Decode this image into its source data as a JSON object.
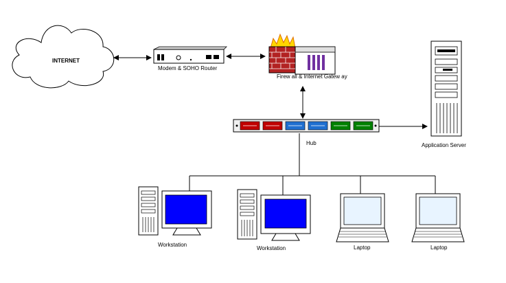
{
  "diagram": {
    "nodes": {
      "internet": {
        "label": "INTERNET",
        "icon": "cloud-icon"
      },
      "router": {
        "label": "Modem & SOHO Router",
        "icon": "router-icon"
      },
      "firewall": {
        "label": "Firew all & Internet Gatew ay",
        "icon": "firewall-icon"
      },
      "hub": {
        "label": "Hub",
        "icon": "hub-icon"
      },
      "server": {
        "label": "Application Server",
        "icon": "server-tower-icon"
      },
      "workstation1": {
        "label": "Workstation",
        "icon": "workstation-icon"
      },
      "workstation2": {
        "label": "Workstation",
        "icon": "workstation-icon"
      },
      "laptop1": {
        "label": "Laptop",
        "icon": "laptop-icon"
      },
      "laptop2": {
        "label": "Laptop",
        "icon": "laptop-icon"
      }
    },
    "colors": {
      "monitor_screen": "#0000ff",
      "laptop_screen": "#e8f4ff",
      "brick": "#b22222",
      "flame": "#ffd700",
      "firewall_blocks": "#7030a0",
      "hub_red": "#c00000",
      "hub_blue": "#1f6fd0",
      "hub_green": "#008000"
    }
  }
}
